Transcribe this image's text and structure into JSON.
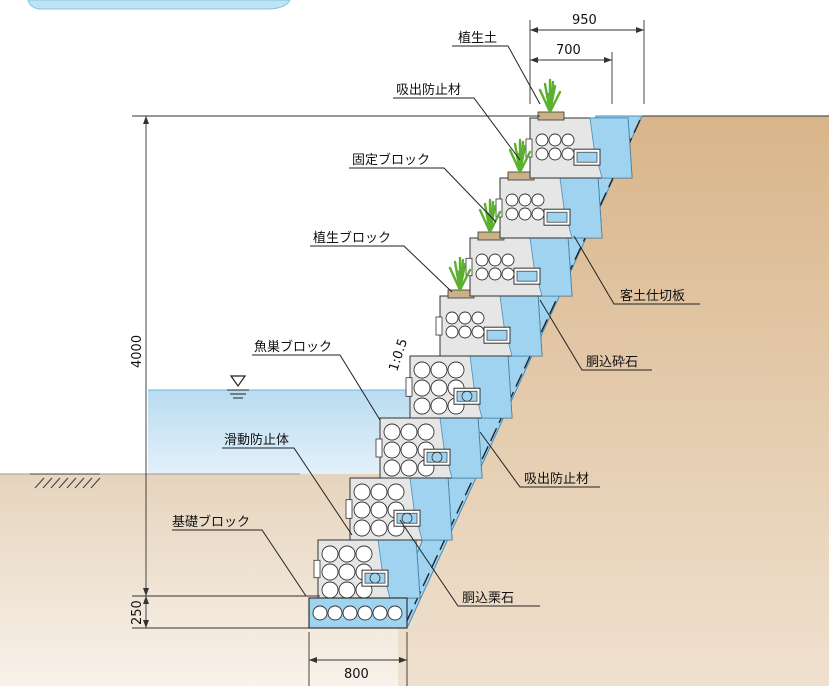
{
  "labels": {
    "shokusei_do": "植生土",
    "kyushutsu_boshizai_top": "吸出防止材",
    "kotei_block": "固定ブロック",
    "shokusei_block": "植生ブロック",
    "gyoso_block": "魚巣ブロック",
    "katsudo_boshitai": "滑動防止体",
    "kiso_block": "基礎ブロック",
    "kyakudo_shikiriban": "客土仕切板",
    "dokomi_saiseki": "胴込砕石",
    "kyushutsu_boshizai_right": "吸出防止材",
    "dokomi_guriishi": "胴込栗石",
    "slope": "1:0.5"
  },
  "dimensions": {
    "top_width": "950",
    "top_inner_width": "700",
    "height": "4000",
    "base_height": "250",
    "base_width": "800"
  },
  "colors": {
    "soil": "#dcbd95",
    "water": "#c9e3f3",
    "ground_line": "#e9d8c3",
    "drain_material": "#9fd3f0",
    "block": "#e6e6e6",
    "plant": "#5bb030",
    "topsoil": "#cbb08a"
  }
}
